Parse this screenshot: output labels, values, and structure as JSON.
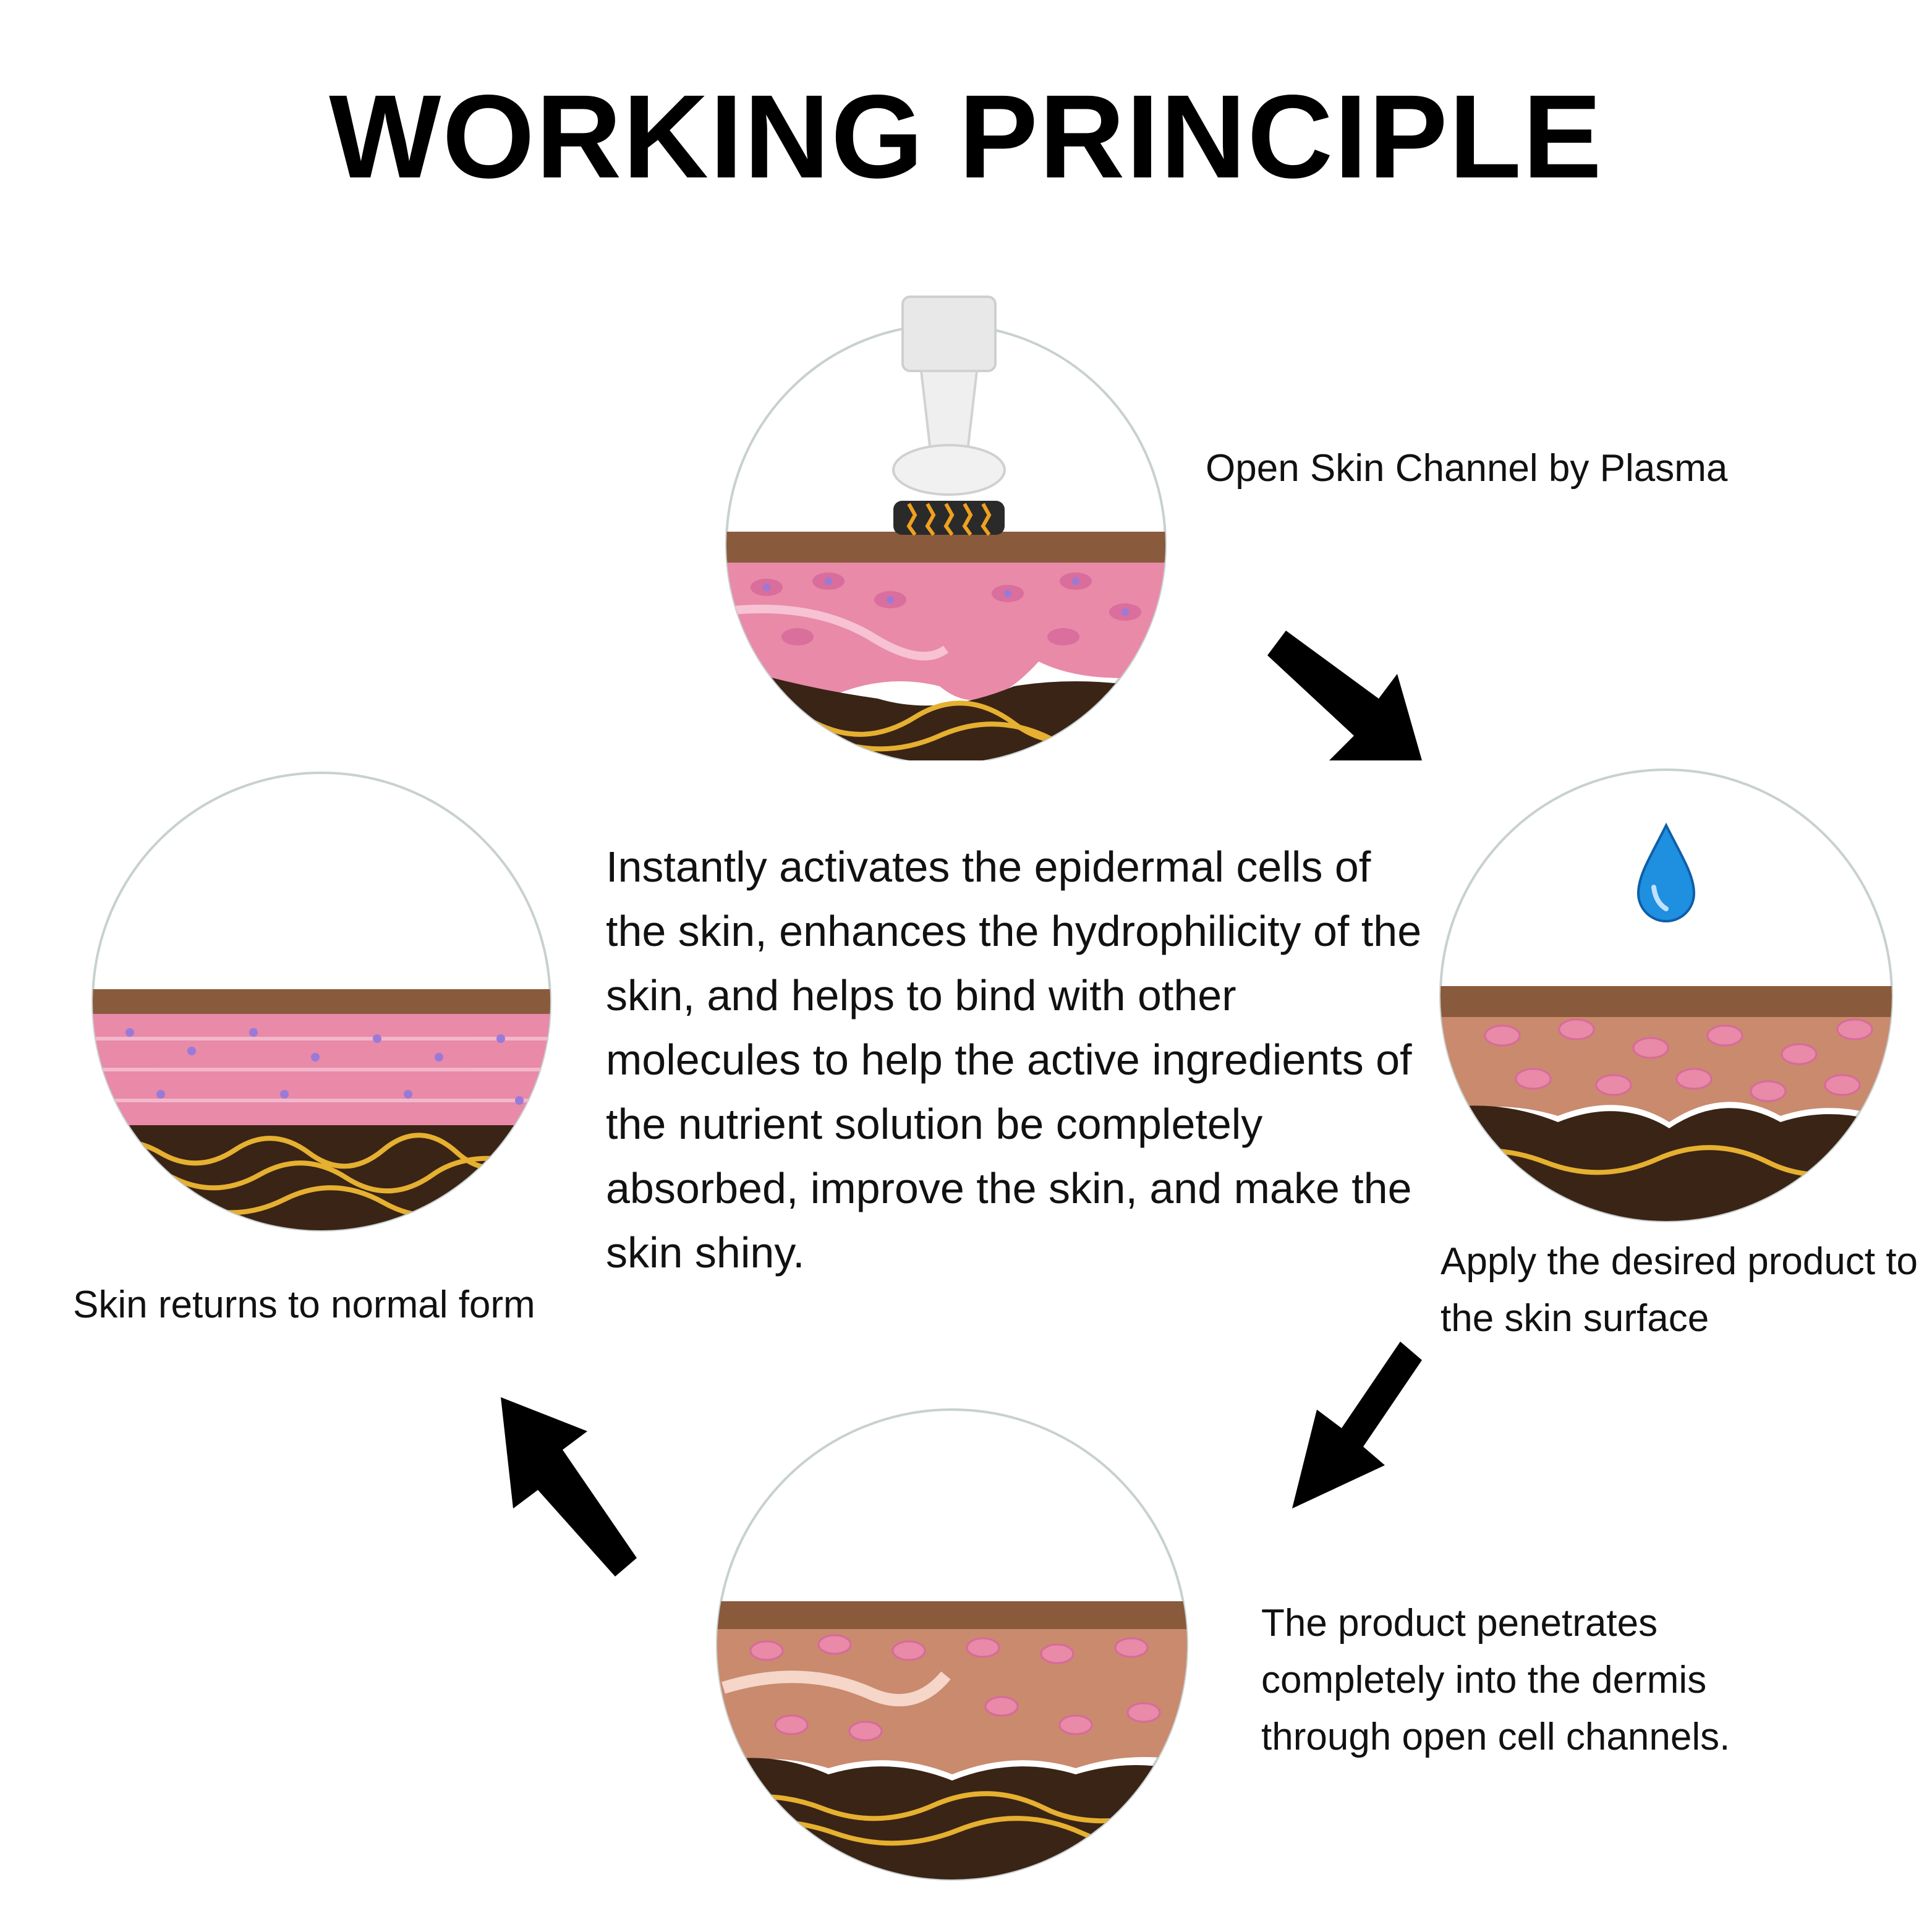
{
  "title": "WORKING PRINCIPLE",
  "description": "Instantly activates the epidermal cells of the skin, enhances the hydrophilicity of the skin, and helps to bind with other molecules to help the active ingredients of the nutrient solution be completely absorbed, improve the skin, and make the skin shiny.",
  "steps": [
    {
      "id": "plasma",
      "caption": "Open Skin Channel by Plasma",
      "icon": "plasma-applicator-icon"
    },
    {
      "id": "apply",
      "caption": "Apply the desired product to the skin surface",
      "icon": "water-drop-icon"
    },
    {
      "id": "penetrate",
      "caption": "The product penetrates completely into the dermis through open cell channels.",
      "icon": "skin-cross-section-icon"
    },
    {
      "id": "normal",
      "caption": "Skin returns to normal form",
      "icon": "skin-cross-section-icon"
    }
  ],
  "colors": {
    "epidermis": "#8a5a3c",
    "dermis_pink": "#e88aa8",
    "cell": "#d86a9a",
    "nucleus": "#9a7ad8",
    "fat": "#3a2416",
    "fiber": "#e6b030",
    "drop": "#1f8fe0",
    "arrow": "#000000"
  }
}
